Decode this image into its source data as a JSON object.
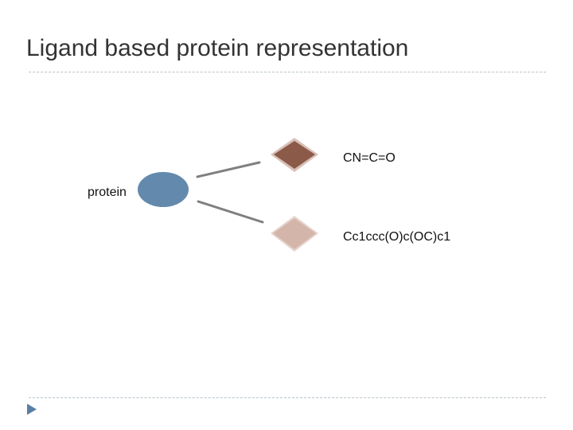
{
  "slide": {
    "title": "Ligand based protein representation"
  },
  "diagram": {
    "protein_label": "protein",
    "ligands": [
      {
        "label": "CN=C=O",
        "color": "#8b5a49"
      },
      {
        "label": "Cc1ccc(O)c(OC)c1",
        "color": "#d4b5aa"
      }
    ],
    "protein_color": "#6389ad",
    "edge_color": "#7f7f7f"
  },
  "theme": {
    "divider_color": "#b8c4cc",
    "bullet_color": "#5a7fa6",
    "icons": [
      "triangle-bullet-icon"
    ]
  }
}
